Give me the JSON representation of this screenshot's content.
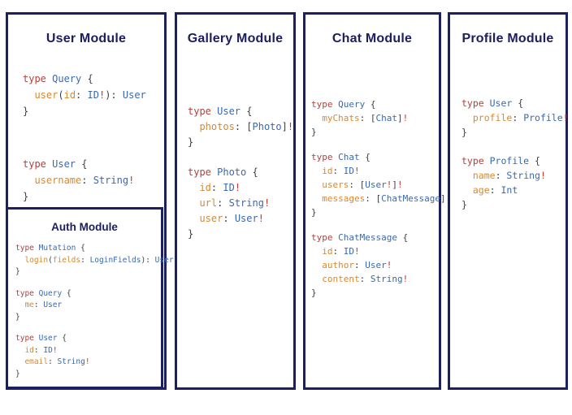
{
  "colors": {
    "border_navy": "#1c2060",
    "title_navy": "#1c2060",
    "keyword_red": "#b0413e",
    "type_blue": "#3a69b0",
    "field_orange": "#d9882f",
    "bang_red": "#c5362c",
    "punct_dark": "#3c4146",
    "background": "#ffffff"
  },
  "modules": {
    "user": {
      "title": "User Module",
      "blocks": [
        [
          [
            [
              "k",
              "type "
            ],
            [
              "t",
              "Query "
            ],
            [
              "p",
              "{"
            ]
          ],
          [
            [
              "p",
              "  "
            ],
            [
              "f",
              "user"
            ],
            [
              "p",
              "("
            ],
            [
              "f",
              "id"
            ],
            [
              "p",
              ": "
            ],
            [
              "t",
              "ID"
            ],
            [
              "b",
              "!"
            ],
            [
              "p",
              "): "
            ],
            [
              "t",
              "User"
            ]
          ],
          [
            [
              "p",
              "}"
            ]
          ]
        ],
        [
          [
            [
              "k",
              "type "
            ],
            [
              "t",
              "User "
            ],
            [
              "p",
              "{"
            ]
          ],
          [
            [
              "p",
              "  "
            ],
            [
              "f",
              "username"
            ],
            [
              "p",
              ": "
            ],
            [
              "t",
              "String"
            ],
            [
              "b",
              "!"
            ]
          ],
          [
            [
              "p",
              "}"
            ]
          ]
        ]
      ]
    },
    "auth": {
      "title": "Auth Module",
      "blocks": [
        [
          [
            [
              "k",
              "type "
            ],
            [
              "t",
              "Mutation "
            ],
            [
              "p",
              "{"
            ]
          ],
          [
            [
              "p",
              "  "
            ],
            [
              "f",
              "login"
            ],
            [
              "p",
              "("
            ],
            [
              "f",
              "fields"
            ],
            [
              "p",
              ": "
            ],
            [
              "t",
              "LoginFields"
            ],
            [
              "p",
              "): "
            ],
            [
              "t",
              "User"
            ]
          ],
          [
            [
              "p",
              "}"
            ]
          ]
        ],
        [
          [
            [
              "k",
              "type "
            ],
            [
              "t",
              "Query "
            ],
            [
              "p",
              "{"
            ]
          ],
          [
            [
              "p",
              "  "
            ],
            [
              "f",
              "me"
            ],
            [
              "p",
              ": "
            ],
            [
              "t",
              "User"
            ]
          ],
          [
            [
              "p",
              "}"
            ]
          ]
        ],
        [
          [
            [
              "k",
              "type "
            ],
            [
              "t",
              "User "
            ],
            [
              "p",
              "{"
            ]
          ],
          [
            [
              "p",
              "  "
            ],
            [
              "f",
              "id"
            ],
            [
              "p",
              ": "
            ],
            [
              "t",
              "ID"
            ],
            [
              "b",
              "!"
            ]
          ],
          [
            [
              "p",
              "  "
            ],
            [
              "f",
              "email"
            ],
            [
              "p",
              ": "
            ],
            [
              "t",
              "String"
            ],
            [
              "b",
              "!"
            ]
          ],
          [
            [
              "p",
              "}"
            ]
          ]
        ]
      ]
    },
    "gallery": {
      "title": "Gallery Module",
      "blocks": [
        [
          [
            [
              "k",
              "type "
            ],
            [
              "t",
              "User "
            ],
            [
              "p",
              "{"
            ]
          ],
          [
            [
              "p",
              "  "
            ],
            [
              "f",
              "photos"
            ],
            [
              "p",
              ": ["
            ],
            [
              "t",
              "Photo"
            ],
            [
              "p",
              "]"
            ],
            [
              "b",
              "!"
            ]
          ],
          [
            [
              "p",
              "}"
            ]
          ]
        ],
        [
          [
            [
              "k",
              "type "
            ],
            [
              "t",
              "Photo "
            ],
            [
              "p",
              "{"
            ]
          ],
          [
            [
              "p",
              "  "
            ],
            [
              "f",
              "id"
            ],
            [
              "p",
              ": "
            ],
            [
              "t",
              "ID"
            ],
            [
              "b",
              "!"
            ]
          ],
          [
            [
              "p",
              "  "
            ],
            [
              "f",
              "url"
            ],
            [
              "p",
              ": "
            ],
            [
              "t",
              "String"
            ],
            [
              "b",
              "!"
            ]
          ],
          [
            [
              "p",
              "  "
            ],
            [
              "f",
              "user"
            ],
            [
              "p",
              ": "
            ],
            [
              "t",
              "User"
            ],
            [
              "b",
              "!"
            ]
          ],
          [
            [
              "p",
              "}"
            ]
          ]
        ]
      ]
    },
    "chat": {
      "title": "Chat Module",
      "blocks": [
        [
          [
            [
              "k",
              "type "
            ],
            [
              "t",
              "Query "
            ],
            [
              "p",
              "{"
            ]
          ],
          [
            [
              "p",
              "  "
            ],
            [
              "f",
              "myChats"
            ],
            [
              "p",
              ": ["
            ],
            [
              "t",
              "Chat"
            ],
            [
              "p",
              "]"
            ],
            [
              "b",
              "!"
            ]
          ],
          [
            [
              "p",
              "}"
            ]
          ]
        ],
        [
          [
            [
              "k",
              "type "
            ],
            [
              "t",
              "Chat "
            ],
            [
              "p",
              "{"
            ]
          ],
          [
            [
              "p",
              "  "
            ],
            [
              "f",
              "id"
            ],
            [
              "p",
              ": "
            ],
            [
              "t",
              "ID"
            ],
            [
              "b",
              "!"
            ]
          ],
          [
            [
              "p",
              "  "
            ],
            [
              "f",
              "users"
            ],
            [
              "p",
              ": ["
            ],
            [
              "t",
              "User"
            ],
            [
              "b",
              "!"
            ],
            [
              "p",
              "]"
            ],
            [
              "b",
              "!"
            ]
          ],
          [
            [
              "p",
              "  "
            ],
            [
              "f",
              "messages"
            ],
            [
              "p",
              ": ["
            ],
            [
              "t",
              "ChatMessage"
            ],
            [
              "p",
              "]"
            ],
            [
              "b",
              "!"
            ]
          ],
          [
            [
              "p",
              "}"
            ]
          ]
        ],
        [
          [
            [
              "k",
              "type "
            ],
            [
              "t",
              "ChatMessage "
            ],
            [
              "p",
              "{"
            ]
          ],
          [
            [
              "p",
              "  "
            ],
            [
              "f",
              "id"
            ],
            [
              "p",
              ": "
            ],
            [
              "t",
              "ID"
            ],
            [
              "b",
              "!"
            ]
          ],
          [
            [
              "p",
              "  "
            ],
            [
              "f",
              "author"
            ],
            [
              "p",
              ": "
            ],
            [
              "t",
              "User"
            ],
            [
              "b",
              "!"
            ]
          ],
          [
            [
              "p",
              "  "
            ],
            [
              "f",
              "content"
            ],
            [
              "p",
              ": "
            ],
            [
              "t",
              "String"
            ],
            [
              "b",
              "!"
            ]
          ],
          [
            [
              "p",
              "}"
            ]
          ]
        ]
      ]
    },
    "profile": {
      "title": "Profile Module",
      "blocks": [
        [
          [
            [
              "k",
              "type "
            ],
            [
              "t",
              "User "
            ],
            [
              "p",
              "{"
            ]
          ],
          [
            [
              "p",
              "  "
            ],
            [
              "f",
              "profile"
            ],
            [
              "p",
              ": "
            ],
            [
              "t",
              "Profile"
            ],
            [
              "b",
              "!"
            ]
          ],
          [
            [
              "p",
              "}"
            ]
          ]
        ],
        [
          [
            [
              "k",
              "type "
            ],
            [
              "t",
              "Profile "
            ],
            [
              "p",
              "{"
            ]
          ],
          [
            [
              "p",
              "  "
            ],
            [
              "f",
              "name"
            ],
            [
              "p",
              ": "
            ],
            [
              "t",
              "String"
            ],
            [
              "b",
              "!"
            ]
          ],
          [
            [
              "p",
              "  "
            ],
            [
              "f",
              "age"
            ],
            [
              "p",
              ": "
            ],
            [
              "t",
              "Int"
            ]
          ],
          [
            [
              "p",
              "}"
            ]
          ]
        ]
      ]
    }
  }
}
